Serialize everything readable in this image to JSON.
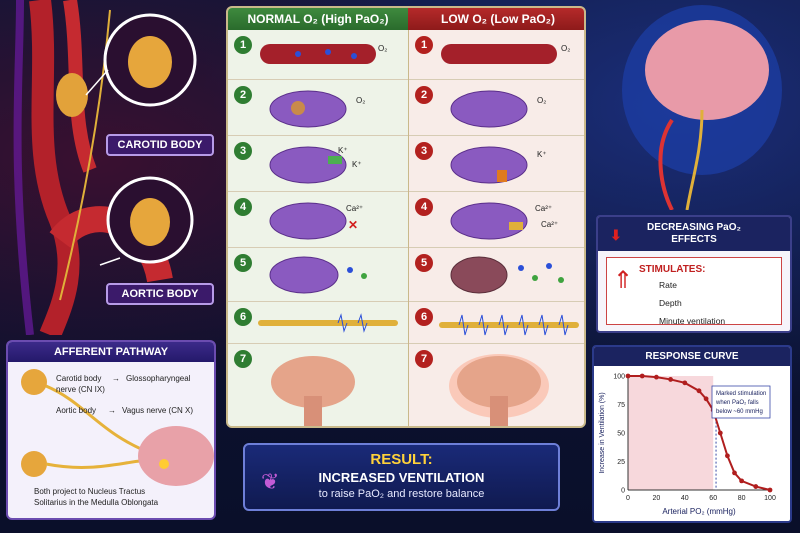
{
  "normal": {
    "title": "NORMAL O₂ (High PaO₂)",
    "steps": [
      "1",
      "2",
      "3",
      "4",
      "5",
      "6",
      "7"
    ],
    "labels": {
      "s1": "O₂",
      "s2": "O₂",
      "s3a": "K⁺",
      "s3b": "K⁺",
      "s4": "Ca²⁺"
    }
  },
  "low": {
    "title": "LOW O₂ (Low PaO₂)",
    "steps": [
      "1",
      "2",
      "3",
      "4",
      "5",
      "6",
      "7"
    ],
    "labels": {
      "s1": "O₂",
      "s2": "O₂",
      "s3": "K⁺",
      "s4a": "Ca²⁺",
      "s4b": "Ca²⁺"
    }
  },
  "tags": {
    "carotid": "CAROTID BODY",
    "aortic": "AORTIC BODY"
  },
  "result": {
    "label": "RESULT:",
    "headline": "INCREASED VENTILATION",
    "sub": "to raise PaO₂ and restore balance"
  },
  "afferent": {
    "title": "AFFERENT PATHWAY",
    "carotid_a": "Carotid body",
    "carotid_b": "Glossopharyngeal",
    "carotid_c": "nerve (CN IX)",
    "aortic_a": "Aortic body",
    "aortic_b": "Vagus nerve (CN X)",
    "foot1": "Both project to Nucleus Tractus",
    "foot2": "Solitarius in the Medulla Oblongata"
  },
  "effects": {
    "title1": "DECREASING PaO₂",
    "title2": "EFFECTS",
    "stimulates": "STIMULATES:",
    "items": [
      "Rate",
      "Depth",
      "Minute ventilation"
    ]
  },
  "response_curve": {
    "title": "RESPONSE CURVE",
    "annotation": [
      "Marked stimulation",
      "when PaO₂ falls",
      "below ~60 mmHg"
    ]
  },
  "colors": {
    "normal": "#2f7d32",
    "low": "#b3211f",
    "curve": "#b01e1e",
    "accent": "#ffd23a"
  },
  "chart_data": {
    "type": "line",
    "title": "RESPONSE CURVE",
    "xlabel": "Arterial PO₂ (mmHg)",
    "ylabel": "Increase in Ventilation (%)",
    "xlim": [
      0,
      100
    ],
    "ylim": [
      0,
      100
    ],
    "xticks": [
      0,
      20,
      40,
      60,
      80,
      100
    ],
    "yticks": [
      0,
      25,
      50,
      75,
      100
    ],
    "x": [
      0,
      10,
      20,
      30,
      40,
      50,
      55,
      60,
      65,
      70,
      75,
      80,
      90,
      100
    ],
    "y": [
      100,
      100,
      99,
      97,
      94,
      87,
      80,
      70,
      50,
      30,
      15,
      8,
      3,
      0
    ]
  }
}
